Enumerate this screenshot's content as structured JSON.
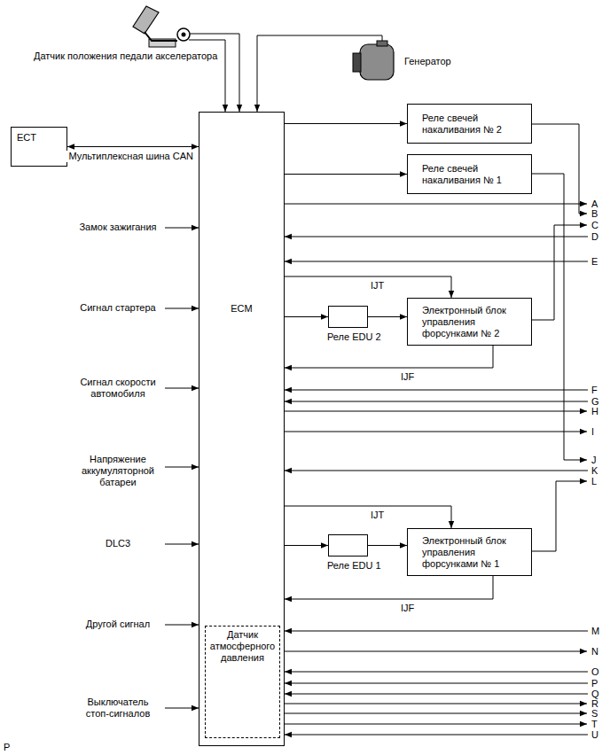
{
  "diagram": {
    "nodes": [
      {
        "text": [
          "ECT"
        ]
      },
      {
        "text": [
          "ECM"
        ]
      },
      {
        "text": [
          "Датчик атмосферного давления"
        ],
        "in": 1
      },
      {
        "text": [
          "Реле свечей накаливания № 2"
        ]
      },
      {
        "text": [
          "Реле свечей накаливания № 1"
        ]
      },
      {
        "text": [
          "Реле EDU 2"
        ]
      },
      {
        "text": [
          "Электронный блок управления форсунками № 2"
        ]
      },
      {
        "text": [
          "Реле EDU 1"
        ]
      },
      {
        "text": [
          "Электронный блок управления форсунками № 1"
        ]
      }
    ],
    "edges": [
      {
        "from": 0,
        "to": 1,
        "arrow": "both",
        "label": "Мультиплексная шина CAN"
      },
      {
        "from": 1,
        "to": 3,
        "arrow": "to"
      },
      {
        "from": 1,
        "to": 4,
        "arrow": "to"
      },
      {
        "from": 1,
        "to": 6,
        "arrow": "to",
        "label": "IJT"
      },
      {
        "from": 1,
        "to": 5,
        "arrow": "to"
      },
      {
        "from": 5,
        "to": 6,
        "arrow": "to"
      },
      {
        "from": 6,
        "to": 1,
        "arrow": "to",
        "label": "IJF"
      },
      {
        "from": 1,
        "to": 8,
        "arrow": "to",
        "label": "IJT"
      },
      {
        "from": 1,
        "to": 7,
        "arrow": "to"
      },
      {
        "from": 7,
        "to": 8,
        "arrow": "to"
      },
      {
        "from": 8,
        "to": 1,
        "arrow": "to",
        "label": "IJF"
      }
    ],
    "labels": [
      "Датчик положения педали акселератора",
      "Генератор",
      "Замок зажигания",
      "Сигнал стартера",
      "Сигнал скорости автомобиля",
      "Напряжение аккумуляторной батареи",
      "DLC3",
      "Другой сигнал",
      "Выключатель стоп-сигналов",
      "A",
      "B",
      "C",
      "D",
      "E",
      "F",
      "G",
      "H",
      "I",
      "J",
      "K",
      "L",
      "M",
      "N",
      "O",
      "P",
      "Q",
      "R",
      "S",
      "T",
      "U",
      "P"
    ]
  }
}
